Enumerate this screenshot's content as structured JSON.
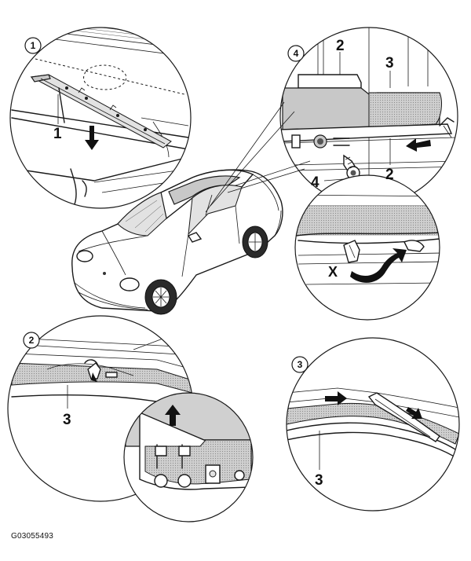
{
  "figure_id": "G03055493",
  "detail_markers": {
    "top_left": "1",
    "top_right": "4",
    "bottom_left": "2",
    "bottom_right": "3"
  },
  "callouts": {
    "tl_part": "1",
    "tr_part_2_top": "2",
    "tr_part_3": "3",
    "tr_part_2_right": "2",
    "tr_part_4": "4",
    "bl_part_3": "3",
    "br_part_3": "3"
  },
  "rotation_label": "X"
}
